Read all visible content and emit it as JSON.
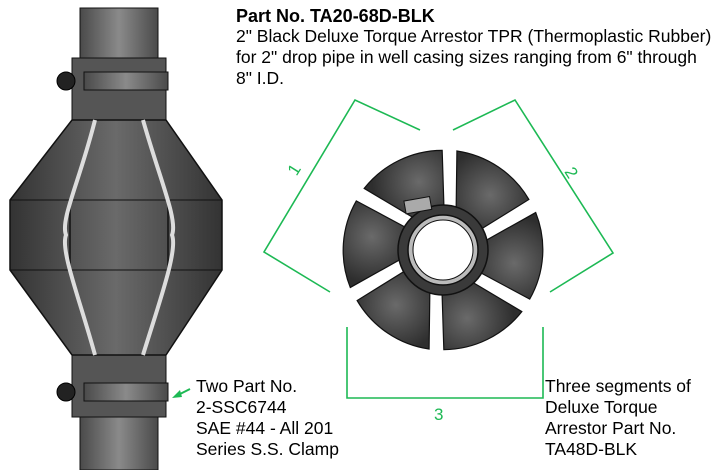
{
  "header": {
    "part_number": "Part No. TA20-68D-BLK",
    "description": "2\" Black Deluxe Torque Arrestor TPR (Thermoplastic Rubber) for 2\" drop pipe in well casing sizes ranging from 6\" through 8\" I.D."
  },
  "callouts": {
    "clamp_note": [
      "Two Part No.",
      "2-SSC6744",
      "SAE #44 - All 201",
      "Series S.S. Clamp"
    ],
    "segment_note": [
      "Three segments of",
      "Deluxe Torque",
      "Arrestor Part No.",
      "TA48D-BLK"
    ]
  },
  "dimension_labels": {
    "seg1": "1",
    "seg2": "2",
    "seg3": "3"
  },
  "colors": {
    "annotation_green": "#1db954",
    "rubber_dark": "#3c3c3c",
    "rubber_mid": "#5a5a5a",
    "pipe": "#6e6e6e"
  },
  "figures": {
    "side_view": "torque-arrestor-side-view",
    "top_view": "torque-arrestor-top-view"
  }
}
